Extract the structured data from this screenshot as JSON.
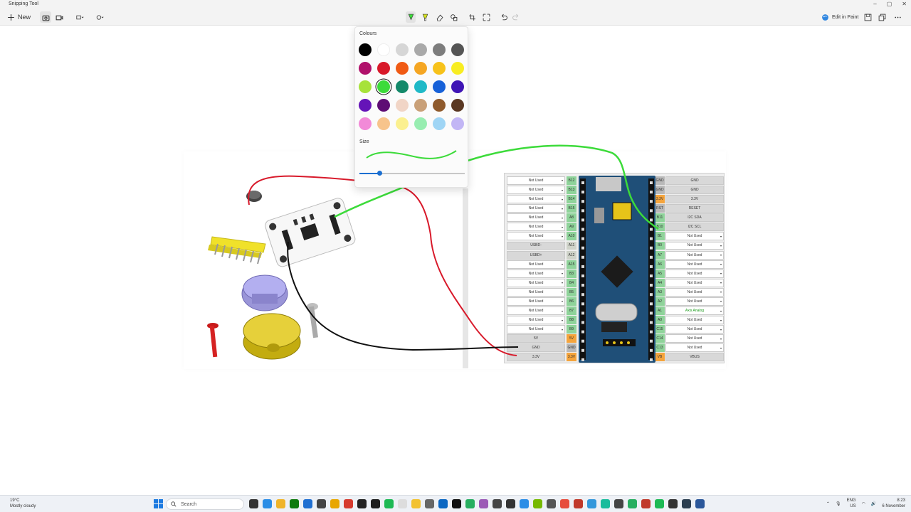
{
  "app": {
    "title": "Snipping Tool",
    "window_controls": [
      "–",
      "▢",
      "✕"
    ]
  },
  "toolbar": {
    "new_label": "New",
    "edit_in_paint_label": "Edit in Paint"
  },
  "palette": {
    "colours_label": "Colours",
    "size_label": "Size",
    "size_value": 0.19,
    "selected_colour": "#3cdb3a",
    "colours": [
      "#000000",
      "#ffffff",
      "#d6d6d6",
      "#a9a9a9",
      "#7d7d7d",
      "#555555",
      "#b0116b",
      "#d8192a",
      "#f05a14",
      "#f5a623",
      "#f7c21a",
      "#f8ed22",
      "#a7e23a",
      "#3cdb3a",
      "#14896a",
      "#1fb9c7",
      "#1761d8",
      "#3f15b5",
      "#6514b8",
      "#5e0d74",
      "#f1d5c6",
      "#c9a078",
      "#8f5a2c",
      "#5a3822",
      "#f28ad8",
      "#f7c48c",
      "#fbf08f",
      "#98edb1",
      "#9fd5f5",
      "#c2b6f5"
    ]
  },
  "pinout": {
    "left_selects": [
      "Not Used",
      "Not Used",
      "Not Used",
      "Not Used",
      "Not Used",
      "Not Used",
      "Not Used",
      "USBD-",
      "USBD+",
      "Not Used",
      "Not Used",
      "Not Used",
      "Not Used",
      "Not Used",
      "Not Used",
      "Not Used",
      "Not Used",
      "5V",
      "GND",
      "3.3V"
    ],
    "left_pins": [
      "B12",
      "B13",
      "B14",
      "B15",
      "A8",
      "A9",
      "A10",
      "A11",
      "A12",
      "A15",
      "B3",
      "B4",
      "B5",
      "B6",
      "B7",
      "B8",
      "B9",
      "5V",
      "GND",
      "3.3V"
    ],
    "right_pins": [
      "GND",
      "GND",
      "3.3V",
      "RST",
      "B11",
      "B10",
      "B1",
      "B0",
      "A7",
      "A6",
      "A5",
      "A4",
      "A3",
      "A2",
      "A1",
      "A0",
      "C15",
      "C14",
      "C13",
      "VB"
    ],
    "right_selects": [
      "GND",
      "GND",
      "3.3V",
      "RESET",
      "I2C SDA",
      "I2C SCL",
      "Not Used",
      "Not Used",
      "Not Used",
      "Not Used",
      "Not Used",
      "Not Used",
      "Not Used",
      "Not Used",
      "Axis Analog",
      "Not Used",
      "Not Used",
      "Not Used",
      "Not Used",
      "VBUS"
    ]
  },
  "taskbar": {
    "weather_temp": "19°C",
    "weather_desc": "Mostly cloudy",
    "search_placeholder": "Search",
    "lang_top": "ENG",
    "lang_bottom": "US",
    "time": "8:23",
    "date": "6 November"
  }
}
